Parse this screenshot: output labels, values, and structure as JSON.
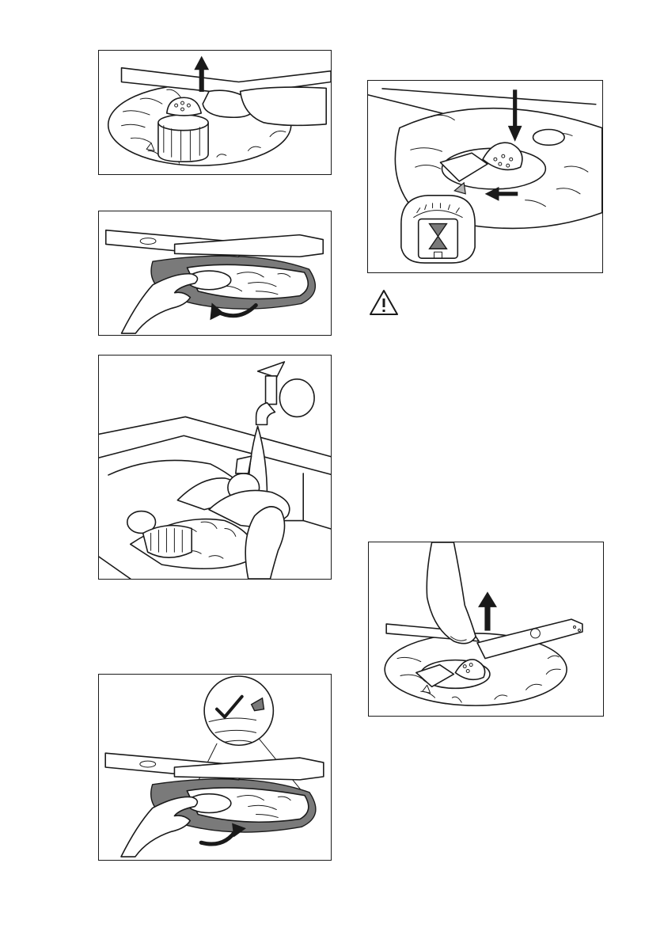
{
  "page": {
    "background": "#ffffff",
    "ink": "#1a1a1a",
    "accent_gray": "#7a7a7a"
  },
  "figures": [
    {
      "id": "remove-filter",
      "icon": "up-arrow-icon"
    },
    {
      "id": "remove-spray-arm-flat-filter",
      "icon": "curved-arrow-icon"
    },
    {
      "id": "rinse-filters-under-tap",
      "icon": "tap-icon"
    },
    {
      "id": "refit-flat-filter-check",
      "icon": "check-mark-icon"
    },
    {
      "id": "insert-and-lock-filter",
      "icon": "down-arrow-icon"
    },
    {
      "id": "remove-lower-spray-arm",
      "icon": "up-arrow-icon"
    }
  ],
  "warning": {
    "icon": "warning-triangle-icon"
  }
}
